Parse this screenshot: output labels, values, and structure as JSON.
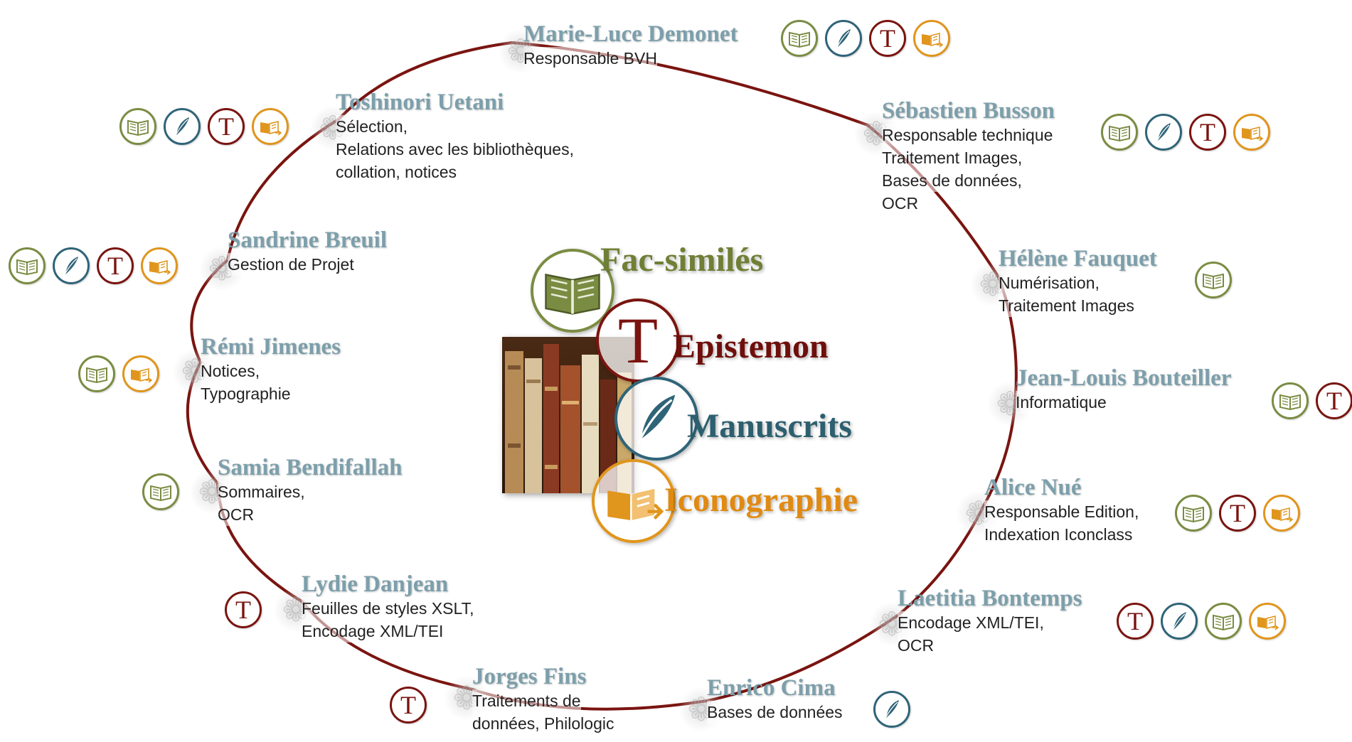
{
  "legend": {
    "facsimiles": {
      "label": "Fac-similés",
      "color": "#6f7f35"
    },
    "epistemon": {
      "label": "Epistemon",
      "color": "#6e0f0c"
    },
    "manuscrits": {
      "label": "Manuscrits",
      "color": "#2c5f6f"
    },
    "iconographie": {
      "label": "Iconographie",
      "color": "#e08a12"
    }
  },
  "colors": {
    "ring": "#7a1410",
    "name": "#7c9fab",
    "book_icon": "#7a8c42",
    "quill_icon": "#2f6478",
    "t_icon": "#7a1410",
    "icono_icon": "#e0951c"
  },
  "icon_names": {
    "book": "book-icon",
    "quill": "quill-icon",
    "t": "epistemon-t-icon",
    "icono": "iconography-icon"
  },
  "t_letter": "T",
  "people": [
    {
      "name": "Marie-Luce Demonet",
      "role": [
        "Responsable BVH"
      ],
      "icons": [
        "book",
        "quill",
        "t",
        "icono"
      ]
    },
    {
      "name": "Sébastien Busson",
      "role": [
        "Responsable technique",
        "Traitement Images,",
        "Bases de données,",
        "OCR"
      ],
      "icons": [
        "book",
        "quill",
        "t",
        "icono"
      ]
    },
    {
      "name": "Hélène Fauquet",
      "role": [
        "Numérisation,",
        "Traitement Images"
      ],
      "icons": [
        "book"
      ]
    },
    {
      "name": "Jean-Louis Bouteiller",
      "role": [
        "Informatique"
      ],
      "icons": [
        "book",
        "t"
      ]
    },
    {
      "name": "Alice Nué",
      "role": [
        "Responsable Edition,",
        "Indexation Iconclass"
      ],
      "icons": [
        "book",
        "t",
        "icono"
      ]
    },
    {
      "name": "Laetitia Bontemps",
      "role": [
        "Encodage XML/TEI,",
        "OCR"
      ],
      "icons": [
        "t",
        "quill",
        "book",
        "icono"
      ]
    },
    {
      "name": "Enrico Cima",
      "role": [
        "Bases de données"
      ],
      "icons": [
        "quill"
      ]
    },
    {
      "name": "Jorges Fins",
      "role": [
        "Traitements de",
        "données, Philologic"
      ],
      "icons": [
        "t"
      ]
    },
    {
      "name": "Lydie Danjean",
      "role": [
        "Feuilles de styles XSLT,",
        "Encodage XML/TEI"
      ],
      "icons": [
        "t"
      ]
    },
    {
      "name": "Samia Bendifallah",
      "role": [
        "Sommaires,",
        "OCR"
      ],
      "icons": [
        "book"
      ]
    },
    {
      "name": "Rémi Jimenes",
      "role": [
        "Notices,",
        "Typographie"
      ],
      "icons": [
        "book",
        "icono"
      ]
    },
    {
      "name": "Sandrine Breuil",
      "role": [
        "Gestion de Projet"
      ],
      "icons": [
        "book",
        "quill",
        "t",
        "icono"
      ]
    },
    {
      "name": "Toshinori Uetani",
      "role": [
        "Sélection,",
        "Relations avec les bibliothèques,",
        "collation, notices"
      ],
      "icons": [
        "book",
        "quill",
        "t",
        "icono"
      ]
    }
  ]
}
